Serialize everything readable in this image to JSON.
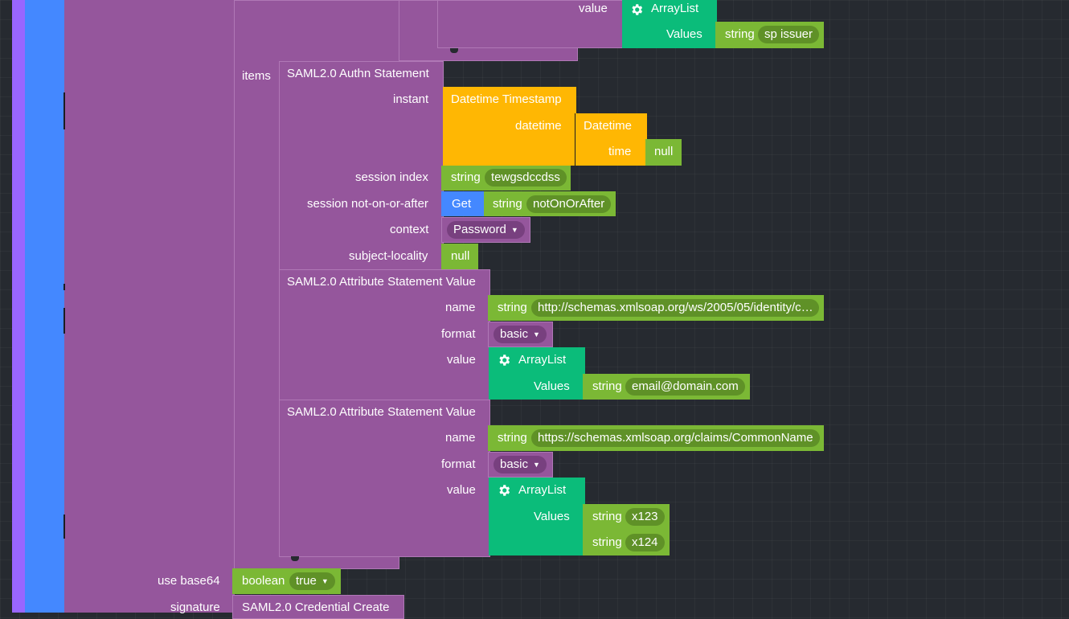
{
  "top_block": {
    "value_label": "value",
    "arraylist_title": "ArrayList",
    "values_label": "Values",
    "string_label": "string",
    "string_value": "sp issuer"
  },
  "items_label": "items",
  "authn": {
    "title": "SAML2.0 Authn Statement",
    "instant_label": "instant",
    "datetime_timestamp": "Datetime Timestamp",
    "datetime_label": "datetime",
    "datetime_block": "Datetime",
    "time_label": "time",
    "time_value": "null",
    "session_index_label": "session index",
    "session_index_type": "string",
    "session_index_value": "tewgsdccdss",
    "session_not_label": "session not-on-or-after",
    "get_label": "Get",
    "session_not_type": "string",
    "session_not_value": "notOnOrAfter",
    "context_label": "context",
    "context_value": "Password",
    "subject_locality_label": "subject-locality",
    "subject_locality_value": "null"
  },
  "attr1": {
    "title": "SAML2.0 Attribute Statement Value",
    "name_label": "name",
    "name_type": "string",
    "name_value": "http://schemas.xmlsoap.org/ws/2005/05/identity/c…",
    "format_label": "format",
    "format_value": "basic",
    "value_label": "value",
    "arraylist_title": "ArrayList",
    "values_label": "Values",
    "item_type": "string",
    "item_value": "email@domain.com"
  },
  "attr2": {
    "title": "SAML2.0 Attribute Statement Value",
    "name_label": "name",
    "name_type": "string",
    "name_value": "https://schemas.xmlsoap.org/claims/CommonName",
    "format_label": "format",
    "format_value": "basic",
    "value_label": "value",
    "arraylist_title": "ArrayList",
    "values_label": "Values",
    "items": [
      {
        "type": "string",
        "value": "x123"
      },
      {
        "type": "string",
        "value": "x124"
      }
    ]
  },
  "use_base64": {
    "label": "use base64",
    "type": "boolean",
    "value": "true"
  },
  "signature": {
    "label": "signature",
    "block": "SAML2.0 Credential Create"
  },
  "colors": {
    "background": "#262a30",
    "statement_block": "#95569c",
    "datetime_block": "#ffb703",
    "value_block": "#7bb835",
    "list_block": "#0bbc7a",
    "variable_block": "#4488ff",
    "outer_block": "#9966ff"
  }
}
